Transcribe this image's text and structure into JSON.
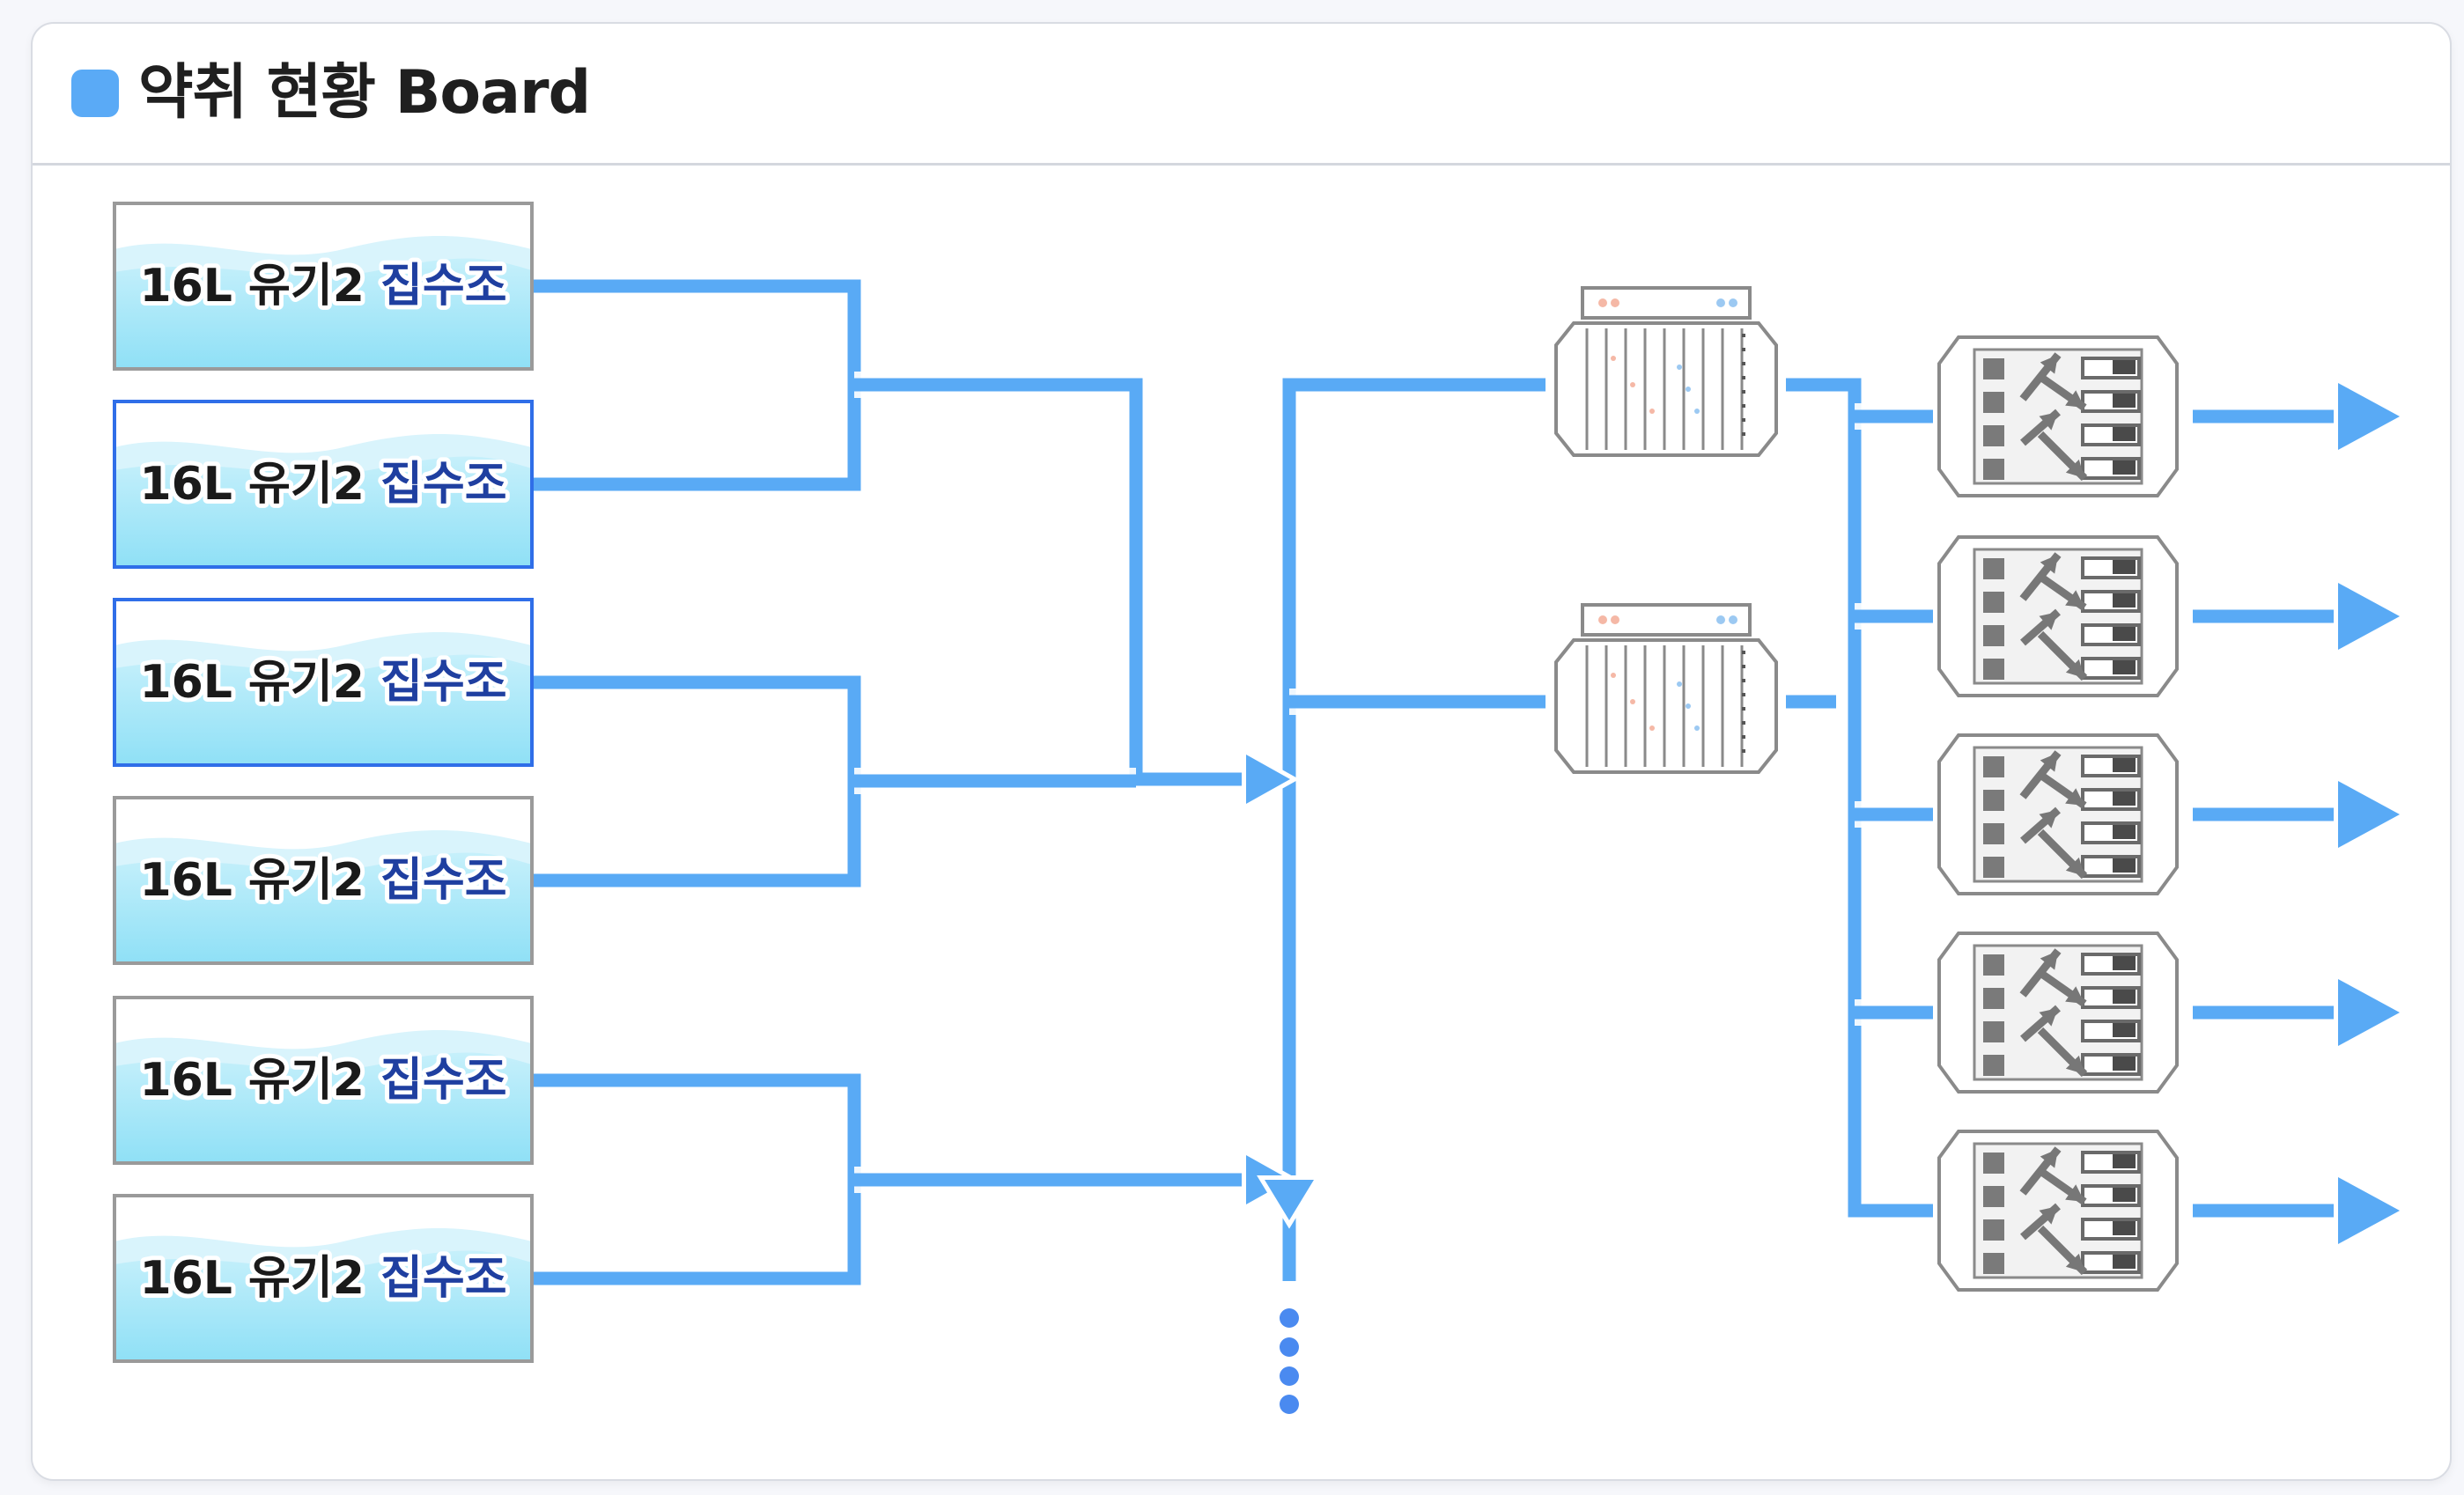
{
  "header": {
    "title": "약취 현황 Board",
    "marker_color": "#5aaaf6"
  },
  "colors": {
    "pipe": "#59aaf5",
    "dots": "#4a8af0",
    "tank_border": "#9a9a9a",
    "tank_border_active": "#2f6ee8",
    "tank_water": "#9be4f7",
    "tank_label_main": "#1a1a1a",
    "tank_label_accent": "#1f3fa0",
    "equipment_stroke": "#8a8a8a"
  },
  "tanks": [
    {
      "main": "16L 유기2 ",
      "accent": "집수조",
      "state": "normal"
    },
    {
      "main": "16L 유기2 ",
      "accent": "집수조",
      "state": "active"
    },
    {
      "main": "16L 유기2 ",
      "accent": "집수조",
      "state": "active"
    },
    {
      "main": "16L 유기2 ",
      "accent": "집수조",
      "state": "normal"
    },
    {
      "main": "16L 유기2 ",
      "accent": "집수조",
      "state": "normal"
    },
    {
      "main": "16L 유기2 ",
      "accent": "집수조",
      "state": "normal"
    }
  ],
  "icons": {
    "collector": "rack-equipment-icon",
    "treatment": "scrubber-unit-icon",
    "outlet": "arrow-right-icon",
    "continuation": "ellipsis-vertical-icon"
  },
  "collector_count": 2,
  "treatment_count": 5
}
